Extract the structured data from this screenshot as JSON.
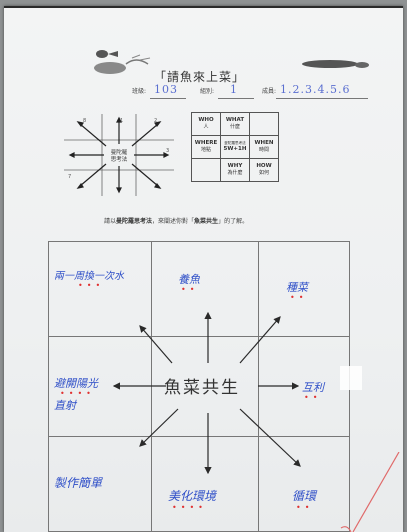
{
  "worksheet": {
    "title": "「請魚來上菜」",
    "class_label": "班級:",
    "class_value": "103",
    "group_label": "組別:",
    "group_value": "1",
    "members_label": "成員:",
    "members_value": "1.2.3.4.5.6"
  },
  "mini_mandala": {
    "center_label_1": "曼陀羅",
    "center_label_2": "思考法",
    "n1": "1",
    "n2": "8",
    "n3": "2",
    "n4": "3",
    "n5": "7"
  },
  "w_table": {
    "who": "WHO",
    "who_zh": "人",
    "what": "WHAT",
    "what_zh": "什麼",
    "where": "WHERE",
    "where_zh": "地點",
    "method": "5W+1H",
    "method_zh": "曼陀羅思考法",
    "when": "WHEN",
    "when_zh": "時間",
    "why": "WHY",
    "why_zh": "為什麼",
    "how": "HOW",
    "how_zh": "如何"
  },
  "instruction": {
    "prefix": "請以",
    "method": "曼陀羅思考法",
    "middle": "，來闡述你對「",
    "topic": "魚菜共生",
    "suffix": "」的了解。"
  },
  "mandala": {
    "center": "魚菜共生",
    "top_left": "兩一周換一次水",
    "top": "養魚",
    "top_right": "種菜",
    "left_1": "避開陽光",
    "left_2": "直射",
    "right": "互利",
    "bottom_left": "製作簡單",
    "bottom": "美化環境",
    "bottom_right": "循環"
  }
}
